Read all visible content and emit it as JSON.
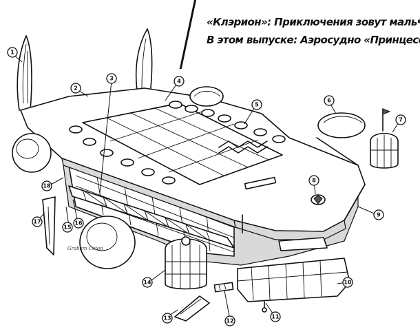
{
  "caption": {
    "line1": "«Клэрион»: Приключения зовут мальчишек!",
    "line2": "В этом выпуске: Аэросудно «Принцесса Гортензия»"
  },
  "signature": "Graham Coton",
  "callouts": [
    "1",
    "2",
    "3",
    "4",
    "5",
    "6",
    "7",
    "8",
    "9",
    "10",
    "11",
    "12",
    "13",
    "14",
    "15",
    "16",
    "17",
    "18"
  ]
}
